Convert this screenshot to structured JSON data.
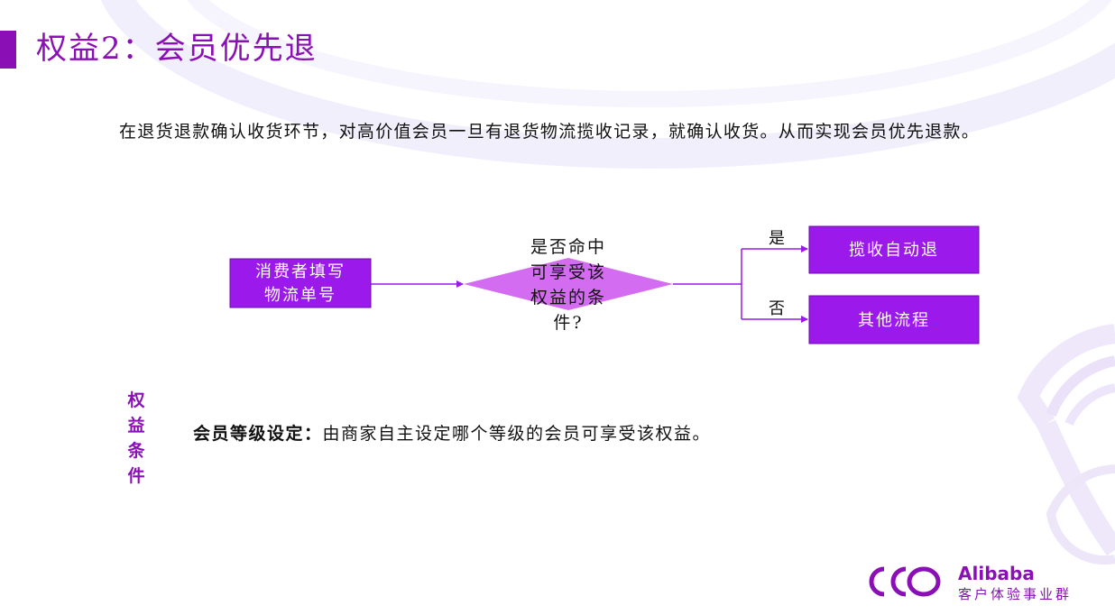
{
  "slide": {
    "title": "权益2：会员优先退",
    "intro": "在退货退款确认收货环节，对高价值会员一旦有退货物流揽收记录，就确认收货。从而实现会员优先退款。"
  },
  "flow": {
    "start_node": {
      "line1": "消费者填写",
      "line2": "物流单号"
    },
    "decision": {
      "line1": "是否命中",
      "line2": "可享受该",
      "line3": "权益的条",
      "line4": "件?"
    },
    "yes_label": "是",
    "no_label": "否",
    "yes_node": "揽收自动退",
    "no_node": "其他流程"
  },
  "condition": {
    "label_chars": [
      "权",
      "益",
      "条",
      "件"
    ],
    "bold_lead": "会员等级设定：",
    "text": "由商家自主设定哪个等级的会员可享受该权益。"
  },
  "brand": {
    "name": "Alibaba",
    "subtitle": "客户体验事业群"
  },
  "colors": {
    "accent": "#8a0fb5",
    "node_fill": "#9b19ea",
    "decision_fill": "#d46cf2",
    "connector": "#9b19ea"
  }
}
